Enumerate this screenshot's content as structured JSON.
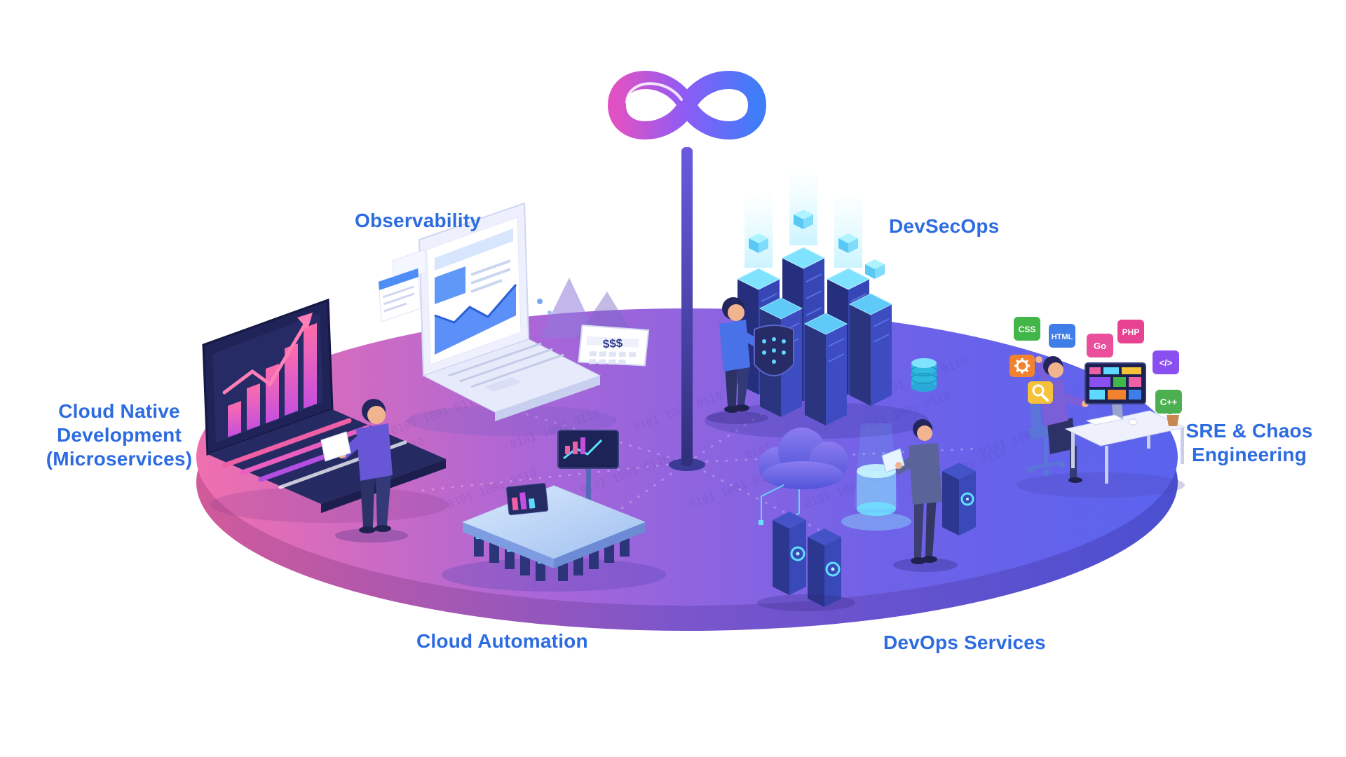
{
  "page": {
    "background": "#ffffff"
  },
  "labels": {
    "observability": "Observability",
    "devsecops": "DevSecOps",
    "cloud_native": {
      "line1": "Cloud Native",
      "line2": "Development",
      "line3": "(Microservices)"
    },
    "sre": {
      "line1": "SRE & Chaos",
      "line2": "Engineering"
    },
    "cloud_automation": "Cloud Automation",
    "devops_services": "DevOps Services"
  },
  "scene": {
    "dollar_label": "$$$",
    "binary": "0101 1001 0110"
  },
  "badges": [
    {
      "label": "CSS",
      "color": "#43b649"
    },
    {
      "label": "HTML",
      "color": "#3f7de8"
    },
    {
      "label": "",
      "color": "#f2822e",
      "icon": "gear-icon"
    },
    {
      "label": "",
      "color": "#f5c23a",
      "icon": "magnifier-icon"
    },
    {
      "label": "Go",
      "color": "#ea4f9b"
    },
    {
      "label": "PHP",
      "color": "#e84393"
    },
    {
      "label": "</>",
      "color": "#8a4ff0"
    },
    {
      "label": "C++",
      "color": "#4caf50"
    }
  ],
  "colors": {
    "label_text": "#2d6be0",
    "disc_left": "#f06fae",
    "disc_right": "#5a63ee",
    "infinity_left": "#e052c4",
    "infinity_right": "#3f7df8",
    "server_glow": "#7fe3ff",
    "accent_pink": "#ef5fa5"
  }
}
